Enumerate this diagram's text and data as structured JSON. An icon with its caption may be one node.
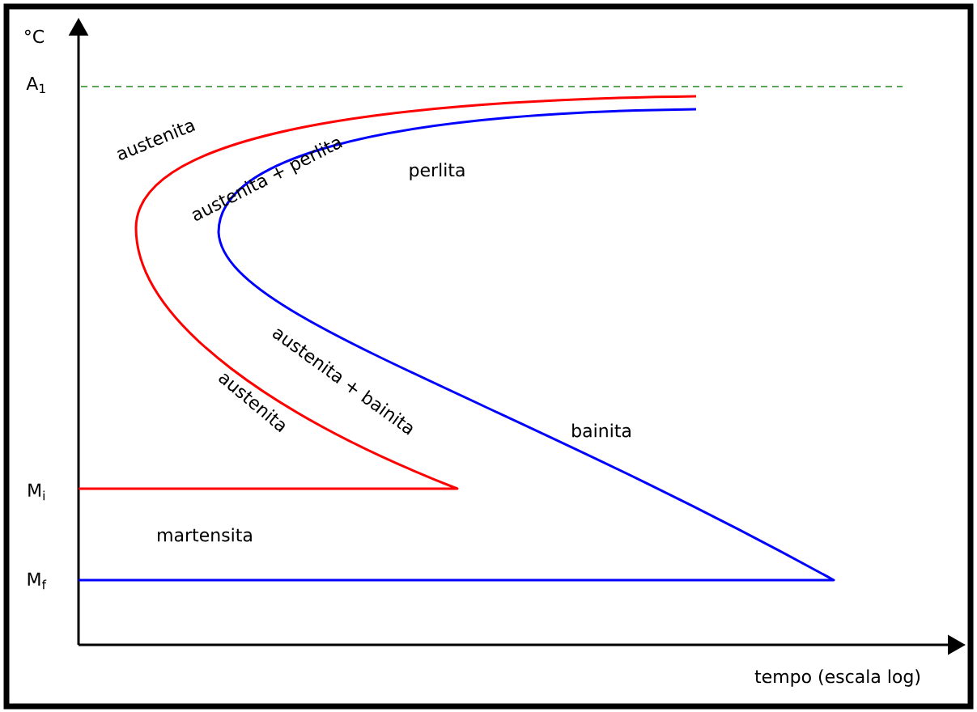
{
  "diagram": {
    "labels": [
      "°C",
      "A$_{1}$",
      "austenita",
      "austenita + perlita",
      "perlita",
      "austenita + bainita",
      "austenita",
      "bainita",
      "M$_{i}$",
      "martensita",
      "M$_{f}$",
      "tempo (escala log)"
    ]
  }
}
